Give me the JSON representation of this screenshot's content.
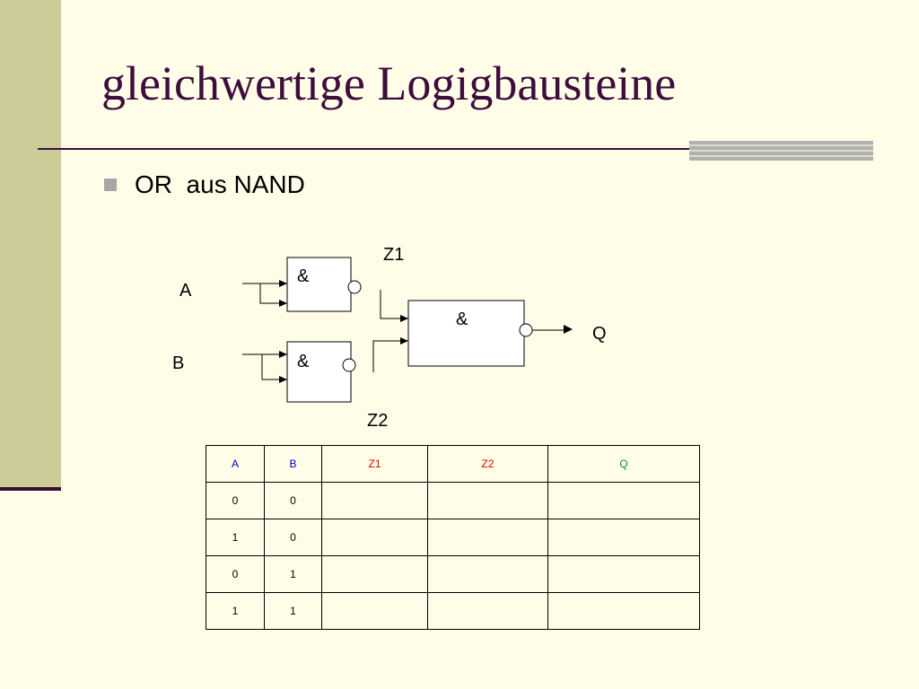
{
  "slide": {
    "title": "gleichwertige Logigbausteine",
    "bullet": "OR  aus NAND"
  },
  "circuit": {
    "label_a": "A",
    "label_b": "B",
    "label_z1": "Z1",
    "label_z2": "Z2",
    "label_q": "Q",
    "gate_symbol": "&"
  },
  "truth_table": {
    "headers": [
      {
        "text": "A",
        "color": "#0000cc"
      },
      {
        "text": "B",
        "color": "#0000cc"
      },
      {
        "text": "Z1",
        "color": "#dd0000"
      },
      {
        "text": "Z2",
        "color": "#dd0000"
      },
      {
        "text": "Q",
        "color": "#009933"
      }
    ],
    "rows": [
      [
        "0",
        "0",
        "",
        "",
        ""
      ],
      [
        "1",
        "0",
        "",
        "",
        ""
      ],
      [
        "0",
        "1",
        "",
        "",
        ""
      ],
      [
        "1",
        "1",
        "",
        "",
        ""
      ]
    ]
  }
}
